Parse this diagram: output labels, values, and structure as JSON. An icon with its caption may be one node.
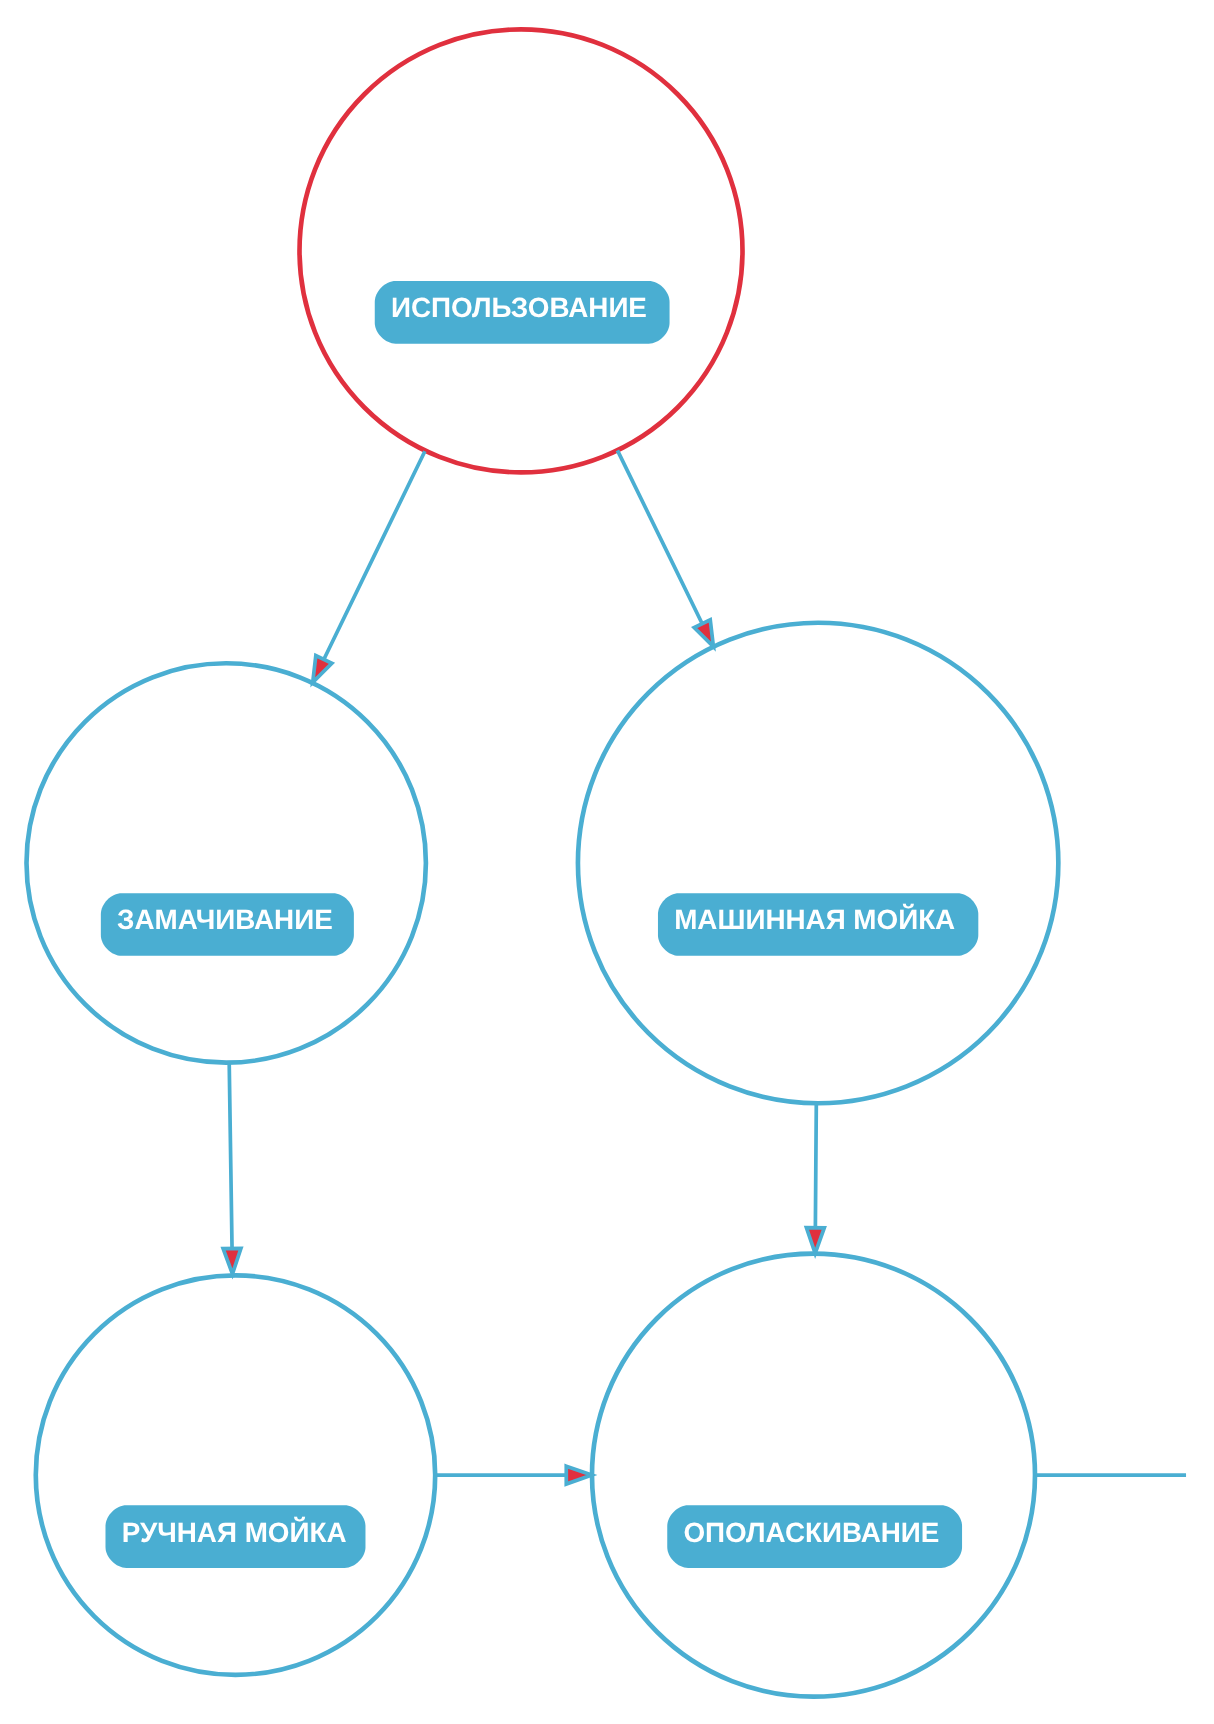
{
  "diagram": {
    "nodes": [
      {
        "text": [
          "ИСПОЛЬЗОВАНИЕ"
        ]
      },
      {
        "text": [
          "ЗАМАЧИВАНИЕ"
        ]
      },
      {
        "text": [
          "МАШИННАЯ МОЙКА"
        ]
      },
      {
        "text": [
          "РУЧНАЯ МОЙКА"
        ]
      },
      {
        "text": [
          "ОПОЛАСКИВАНИЕ"
        ]
      }
    ],
    "edges": [
      {
        "from": 0,
        "to": 1,
        "arrow": "to"
      },
      {
        "from": 0,
        "to": 2,
        "arrow": "to"
      },
      {
        "from": 1,
        "to": 3,
        "arrow": "to"
      },
      {
        "from": 2,
        "to": 4,
        "arrow": "to"
      },
      {
        "from": 3,
        "to": 4,
        "arrow": "to"
      },
      {
        "from": 4,
        "to": null,
        "arrow": "none"
      }
    ]
  }
}
